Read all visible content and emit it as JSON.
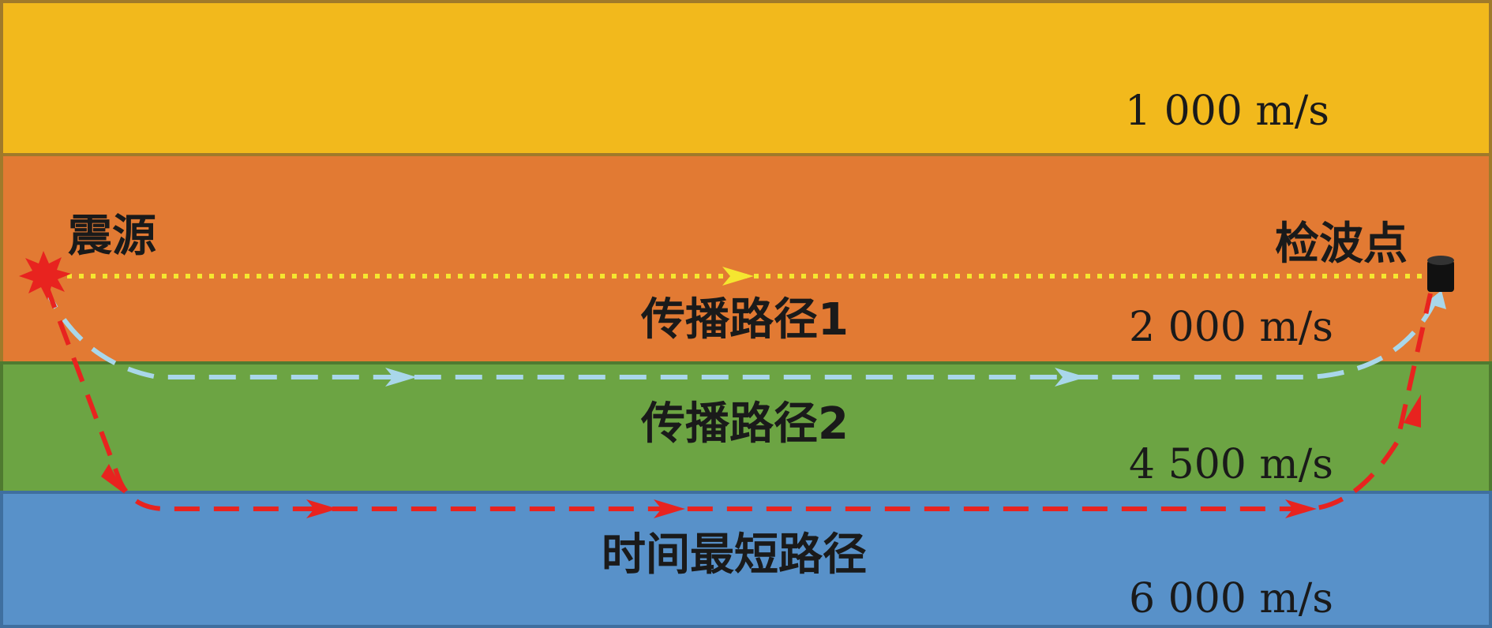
{
  "labels": {
    "source": "震源",
    "receiver": "检波点",
    "path1": "传播路径1",
    "path2": "传播路径2",
    "shortest_path": "时间最短路径"
  },
  "layers": [
    {
      "velocity": "1 000 m/s",
      "color": "#F2B91C"
    },
    {
      "velocity": "2 000 m/s",
      "color": "#E27A33"
    },
    {
      "velocity": "4 500 m/s",
      "color": "#6CA443"
    },
    {
      "velocity": "6 000 m/s",
      "color": "#5891C9"
    }
  ],
  "colors": {
    "border": "#A07A2A",
    "path1": "#F5E630",
    "path2": "#A9D7EA",
    "shortest_path": "#E8231F",
    "source": "#E8231F",
    "receiver": "#111111"
  }
}
